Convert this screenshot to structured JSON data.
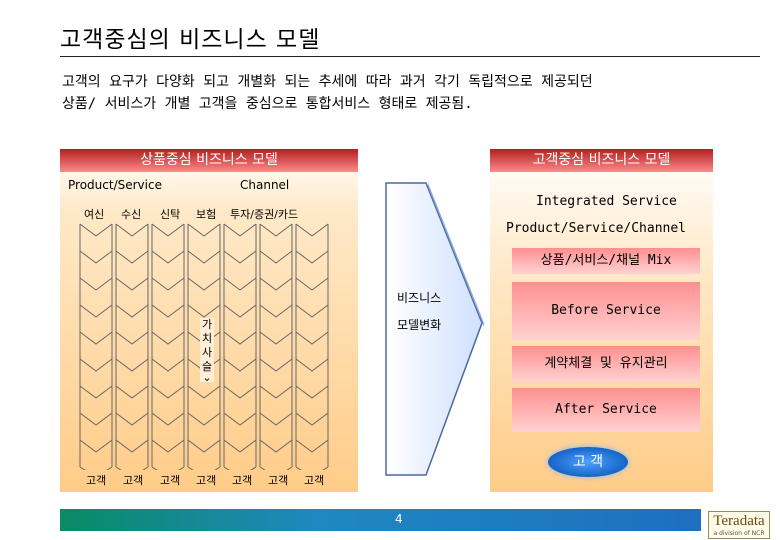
{
  "title": "고객중심의 비즈니스 모델",
  "description": {
    "line1": "고객의 요구가 다양화 되고 개별화 되는 추세에 따라 과거 각기 독립적으로 제공되던",
    "line2": "상품/ 서비스가 개별 고객을 중심으로 통합서비스 형태로 제공됨."
  },
  "left_model": {
    "header": "상품중심 비즈니스 모델",
    "subtitle_left": "Product/Service",
    "subtitle_right": "Channel",
    "stages": [
      "여신",
      "수신",
      "신탁",
      "보험",
      "투자/증권/카드"
    ],
    "value_chain_chars": [
      "가",
      "치",
      "사",
      "슬"
    ],
    "customers": [
      "고객",
      "고객",
      "고객",
      "고객",
      "고객",
      "고객",
      "고객"
    ]
  },
  "transition": {
    "line1": "비즈니스",
    "line2": "모델변화"
  },
  "right_model": {
    "header": "고객중심 비즈니스 모델",
    "integrated": "Integrated Service",
    "product_channel": "Product/Service/Channel",
    "mix": "상품/서비스/채널 Mix",
    "before": "Before Service",
    "contract": "계약체결 및 유지관리",
    "after": "After Service",
    "customer": "고 객"
  },
  "footer": {
    "page_number": "4",
    "logo": "Teradata",
    "logo_sub": "a division of NCR"
  },
  "colors": {
    "header_red": "#b21f1f",
    "panel_orange": "#ffcc88",
    "bar_pink": "#ff9a9a",
    "footer_blue": "#1e6fbf",
    "footer_green": "#0a8a64"
  }
}
